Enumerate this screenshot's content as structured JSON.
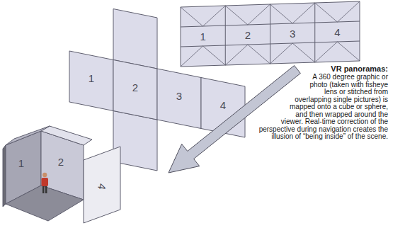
{
  "diagram": {
    "title": "VR panoramas:",
    "caption": "A 360 degree graphic or photo (taken with fisheye lens or stitched from overlapping single pictures) is mapped onto a cube or sphere, and then wrapped around the viewer. Real-time correction of the perspective during navigation creates the illusion of “being inside” of the scene.",
    "labels": [
      "1",
      "2",
      "3",
      "4",
      "1",
      "2",
      "3",
      "4",
      "1",
      "2",
      "4"
    ]
  }
}
